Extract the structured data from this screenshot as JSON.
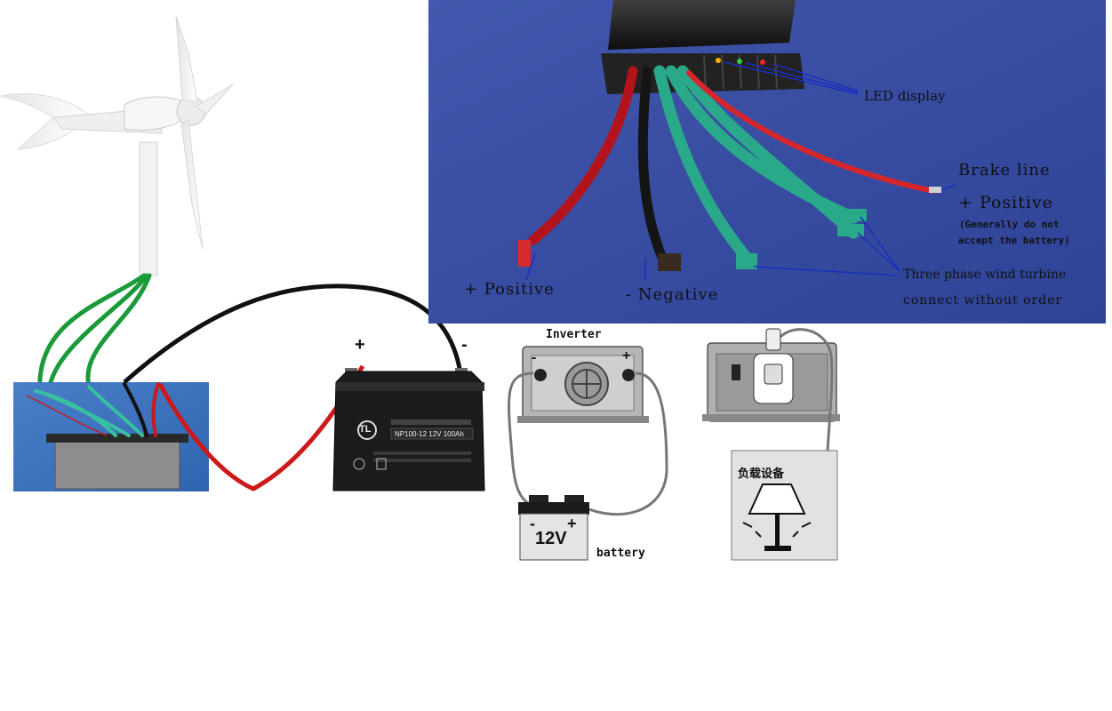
{
  "controller_photo": {
    "labels": {
      "led_display": "LED display",
      "brake_line": "Brake line",
      "positive_right": "+ Positive",
      "note_line1": "(Generally do not",
      "note_line2": "accept the battery)",
      "three_phase_line1": "Three phase wind turbine",
      "three_phase_line2": "connect without order",
      "positive_left": "+ Positive",
      "negative": "- Negative"
    },
    "colors": {
      "background": "#3b4fa3",
      "box": "#1c1c1c"
    }
  },
  "battery_main": {
    "plus": "+",
    "minus": "-",
    "brand": "TL",
    "model": "NP100-12  12V 100Ah"
  },
  "inverter": {
    "label": "Inverter",
    "plus": "+",
    "minus": "-"
  },
  "small_battery": {
    "voltage": "12V",
    "plus": "+",
    "minus": "-",
    "label": "battery"
  },
  "load": {
    "label": "负载设备"
  },
  "wire_colors": {
    "phase": "#1b9a3a",
    "positive": "#cc1a1a",
    "negative": "#111111",
    "ac": "#8a8a8a"
  }
}
